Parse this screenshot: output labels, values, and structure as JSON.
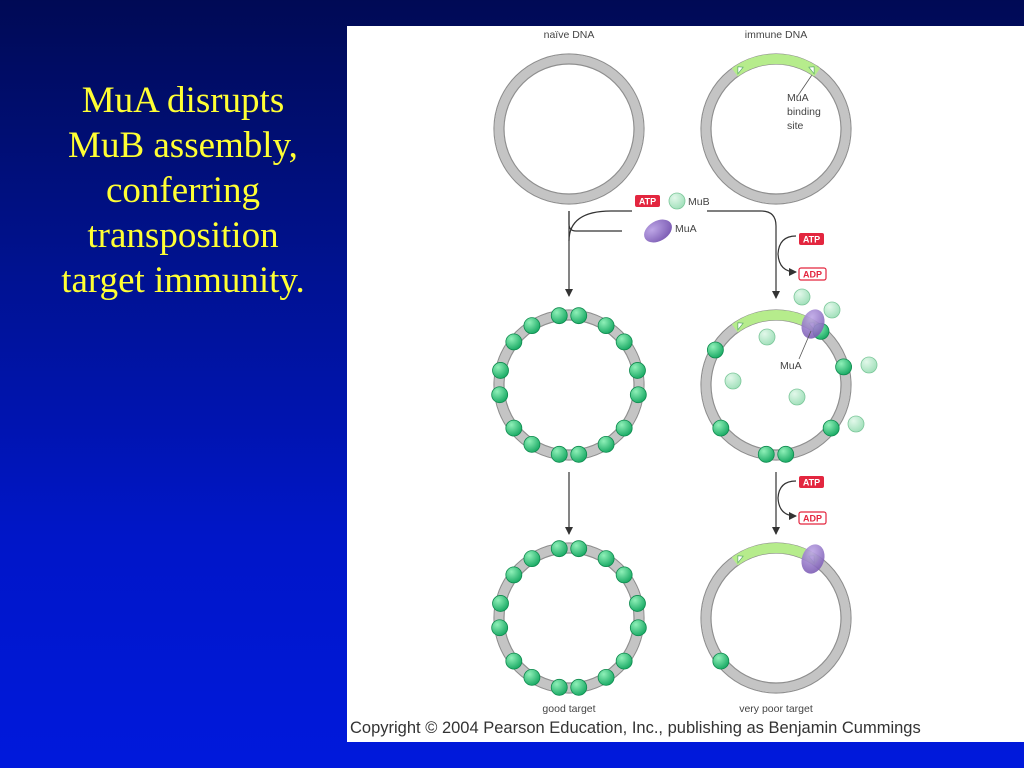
{
  "slide": {
    "title_lines": [
      "MuA disrupts",
      "MuB assembly,",
      "conferring",
      "transposition",
      "target immunity."
    ]
  },
  "figure": {
    "labels": {
      "naive_dna": "naïve DNA",
      "immune_dna": "immune DNA",
      "mua_binding_site": [
        "MuA",
        "binding",
        "site"
      ],
      "mub_legend": "MuB",
      "mua_legend": "MuA",
      "mua_callout": "MuA",
      "good_target": "good target",
      "very_poor_target": "very poor target"
    },
    "badges": {
      "atp": "ATP",
      "adp": "ADP"
    },
    "colors": {
      "ring_gray": "#c4c4c4",
      "ring_edge": "#8e8e8e",
      "binding_site_green": "#b6ec8c",
      "mub_green": "#27c479",
      "mub_free": "#a9e6c2",
      "mua_purple": "#8e6fc4",
      "atp_red": "#e3263f"
    },
    "copyright": "Copyright © 2004 Pearson Education, Inc., publishing as Benjamin Cummings"
  }
}
